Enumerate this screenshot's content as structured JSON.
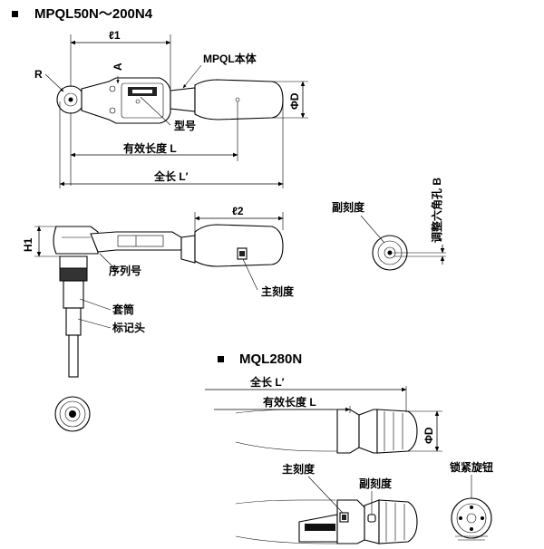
{
  "headings": {
    "model_range": "MPQL50N～200N4",
    "model_280": "MQL280N"
  },
  "labels": {
    "l1": "ℓ1",
    "l2": "ℓ2",
    "r": "R",
    "a": "A",
    "body": "MPQL本体",
    "phi_d": "ΦD",
    "model_no": "型号",
    "eff_len": "有效长度 L",
    "total_len": "全长 L′",
    "h1": "H1",
    "serial": "序列号",
    "main_scale": "主刻度",
    "sub_scale": "副刻度",
    "hex_adj": "调整六角孔 B",
    "socket": "套筒",
    "marker": "标记头"
  },
  "labels_280": {
    "total_len": "全长 L′",
    "eff_len": "有效长度 L",
    "phi_d": "ΦD",
    "main_scale": "主刻度",
    "sub_scale": "副刻度",
    "lock_knob": "锁紧旋钮"
  }
}
